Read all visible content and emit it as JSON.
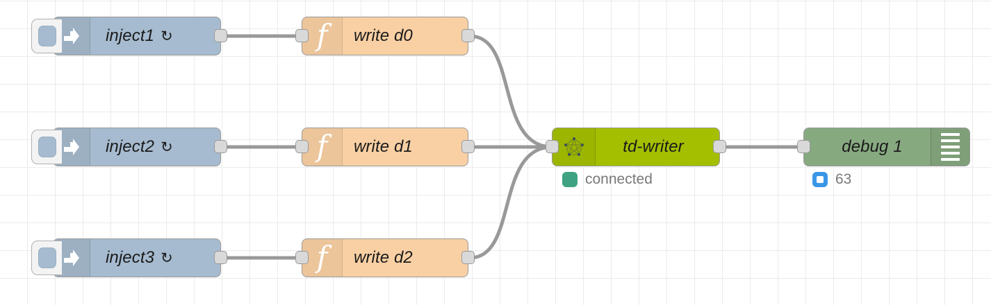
{
  "canvas": {
    "background_color": "#ffffff",
    "grid_color": "#ebebeb",
    "grid_size": 40
  },
  "palette": {
    "inject_color": "#a6bbcf",
    "function_color": "#f9d0a4",
    "tdwriter_color": "#a4bf00",
    "debug_color": "#87a980",
    "wire_color": "#999999",
    "port_color": "#d9d9d9",
    "status_connected_color": "#3fa383",
    "status_debug_color": "#3a97e8"
  },
  "nodes": {
    "inject1": {
      "label": "inject1",
      "repeat_glyph": "↻",
      "icon": "inject-arrow-icon",
      "button_icon": "inject-trigger-button"
    },
    "inject2": {
      "label": "inject2",
      "repeat_glyph": "↻",
      "icon": "inject-arrow-icon",
      "button_icon": "inject-trigger-button"
    },
    "inject3": {
      "label": "inject3",
      "repeat_glyph": "↻",
      "icon": "inject-arrow-icon",
      "button_icon": "inject-trigger-button"
    },
    "write_d0": {
      "label": "write d0",
      "icon": "function-f-icon",
      "glyph": "f"
    },
    "write_d1": {
      "label": "write d1",
      "icon": "function-f-icon",
      "glyph": "f"
    },
    "write_d2": {
      "label": "write d2",
      "icon": "function-f-icon",
      "glyph": "f"
    },
    "tdwriter": {
      "label": "td-writer",
      "icon": "tdengine-pentagon-icon"
    },
    "debug1": {
      "label": "debug 1",
      "icon": "debug-lines-icon"
    }
  },
  "statuses": {
    "tdwriter_status": {
      "text": "connected",
      "indicator": "green-square-icon"
    },
    "debug_status": {
      "text": "63",
      "indicator": "blue-square-icon"
    }
  }
}
